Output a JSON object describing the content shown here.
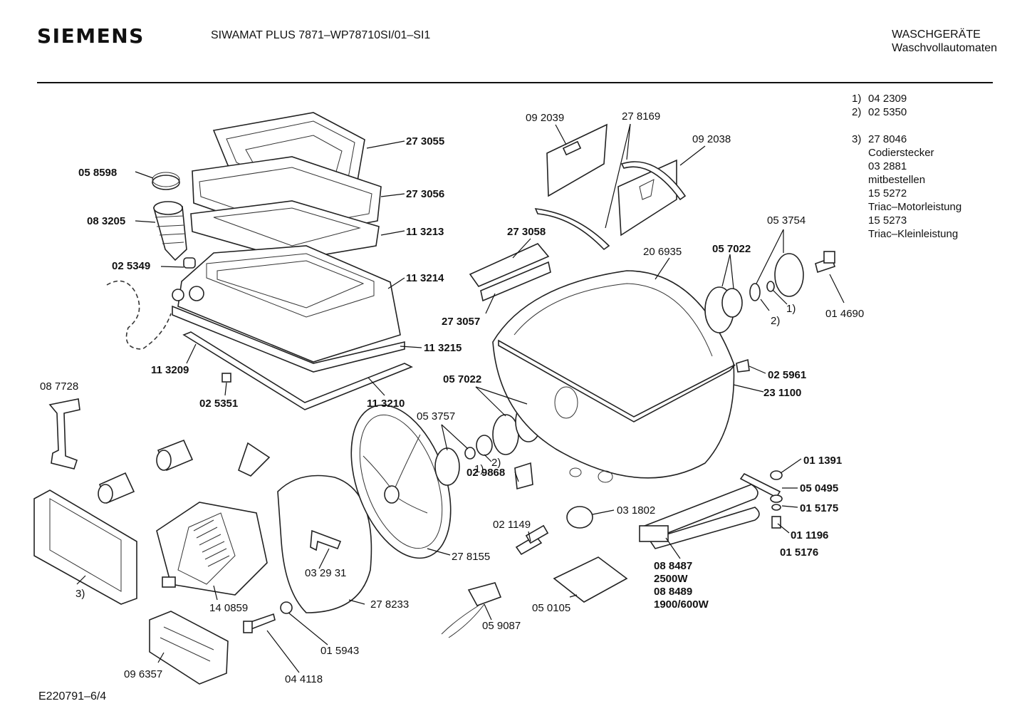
{
  "header": {
    "brand": "SIEMENS",
    "model": "SIWAMAT PLUS 7871–WP78710SI/01–SI1",
    "category_line1": "WASCHGERÄTE",
    "category_line2": "Waschvollautomaten"
  },
  "notes": [
    {
      "key": "1)",
      "lines": [
        "04 2309"
      ]
    },
    {
      "key": "2)",
      "lines": [
        "02 5350"
      ]
    },
    {
      "key": "",
      "lines": [
        ""
      ]
    },
    {
      "key": "3)",
      "lines": [
        "27 8046",
        "Codierstecker",
        "03 2881",
        "mitbestellen",
        "15 5272",
        "Triac–Motorleistung",
        "15 5273",
        "Triac–Kleinleistung"
      ]
    }
  ],
  "parts": [
    {
      "id": "p273055",
      "label": "27 3055",
      "bold": true
    },
    {
      "id": "p058598",
      "label": "05 8598",
      "bold": true
    },
    {
      "id": "p273056",
      "label": "27 3056",
      "bold": true
    },
    {
      "id": "p083205",
      "label": "08 3205",
      "bold": true
    },
    {
      "id": "p113213",
      "label": "11 3213",
      "bold": true
    },
    {
      "id": "p025349",
      "label": "02 5349",
      "bold": true
    },
    {
      "id": "p113214",
      "label": "11 3214",
      "bold": true
    },
    {
      "id": "p113215",
      "label": "11 3215",
      "bold": true
    },
    {
      "id": "p113209",
      "label": "11 3209",
      "bold": true
    },
    {
      "id": "p025351",
      "label": "02 5351",
      "bold": true
    },
    {
      "id": "p113210",
      "label": "11 3210",
      "bold": true
    },
    {
      "id": "p087728",
      "label": "08 7728",
      "bold": false
    },
    {
      "id": "p092039",
      "label": "09 2039",
      "bold": false
    },
    {
      "id": "p278169",
      "label": "27 8169",
      "bold": false
    },
    {
      "id": "p092038",
      "label": "09 2038",
      "bold": false
    },
    {
      "id": "p273058",
      "label": "27 3058",
      "bold": true
    },
    {
      "id": "p273057",
      "label": "27 3057",
      "bold": true
    },
    {
      "id": "p206935",
      "label": "20 6935",
      "bold": false
    },
    {
      "id": "p057022a",
      "label": "05 7022",
      "bold": true
    },
    {
      "id": "p053754",
      "label": "05 3754",
      "bold": false
    },
    {
      "id": "p014690",
      "label": "01 4690",
      "bold": false
    },
    {
      "id": "p2a",
      "label": "2)",
      "bold": false
    },
    {
      "id": "p1a",
      "label": "1)",
      "bold": false
    },
    {
      "id": "p025961",
      "label": "02 5961",
      "bold": true
    },
    {
      "id": "p231100",
      "label": "23 1100",
      "bold": true
    },
    {
      "id": "p057022b",
      "label": "05 7022",
      "bold": true
    },
    {
      "id": "p053757",
      "label": "05 3757",
      "bold": false
    },
    {
      "id": "p1b",
      "label": "1)",
      "bold": false
    },
    {
      "id": "p2b",
      "label": "2)",
      "bold": false
    },
    {
      "id": "p029868",
      "label": "02 9868",
      "bold": true
    },
    {
      "id": "p011391",
      "label": "01 1391",
      "bold": true
    },
    {
      "id": "p050495",
      "label": "05 0495",
      "bold": true
    },
    {
      "id": "p015175",
      "label": "01 5175",
      "bold": true
    },
    {
      "id": "p011196",
      "label": "01 1196",
      "bold": true
    },
    {
      "id": "p015176",
      "label": "01 5176",
      "bold": true
    },
    {
      "id": "p031802",
      "label": "03 1802",
      "bold": false
    },
    {
      "id": "p021149",
      "label": "02 1149",
      "bold": false
    },
    {
      "id": "p278155",
      "label": "27 8155",
      "bold": false
    },
    {
      "id": "p032931",
      "label": "03 29 31",
      "bold": false
    },
    {
      "id": "p278233",
      "label": "27 8233",
      "bold": false
    },
    {
      "id": "p088487",
      "label": "08 8487",
      "bold": true
    },
    {
      "id": "p2500w",
      "label": "2500W",
      "bold": true
    },
    {
      "id": "p088489",
      "label": "08 8489",
      "bold": true
    },
    {
      "id": "p1900w",
      "label": "1900/600W",
      "bold": true
    },
    {
      "id": "p050105",
      "label": "05 0105",
      "bold": false
    },
    {
      "id": "p059087",
      "label": "05 9087",
      "bold": false
    },
    {
      "id": "p140859",
      "label": "14 0859",
      "bold": false
    },
    {
      "id": "p3c",
      "label": "3)",
      "bold": false
    },
    {
      "id": "p015943",
      "label": "01 5943",
      "bold": false
    },
    {
      "id": "p044118",
      "label": "04 4118",
      "bold": false
    },
    {
      "id": "p096357",
      "label": "09 6357",
      "bold": false
    }
  ],
  "footer": {
    "code": "E220791–6/4"
  }
}
